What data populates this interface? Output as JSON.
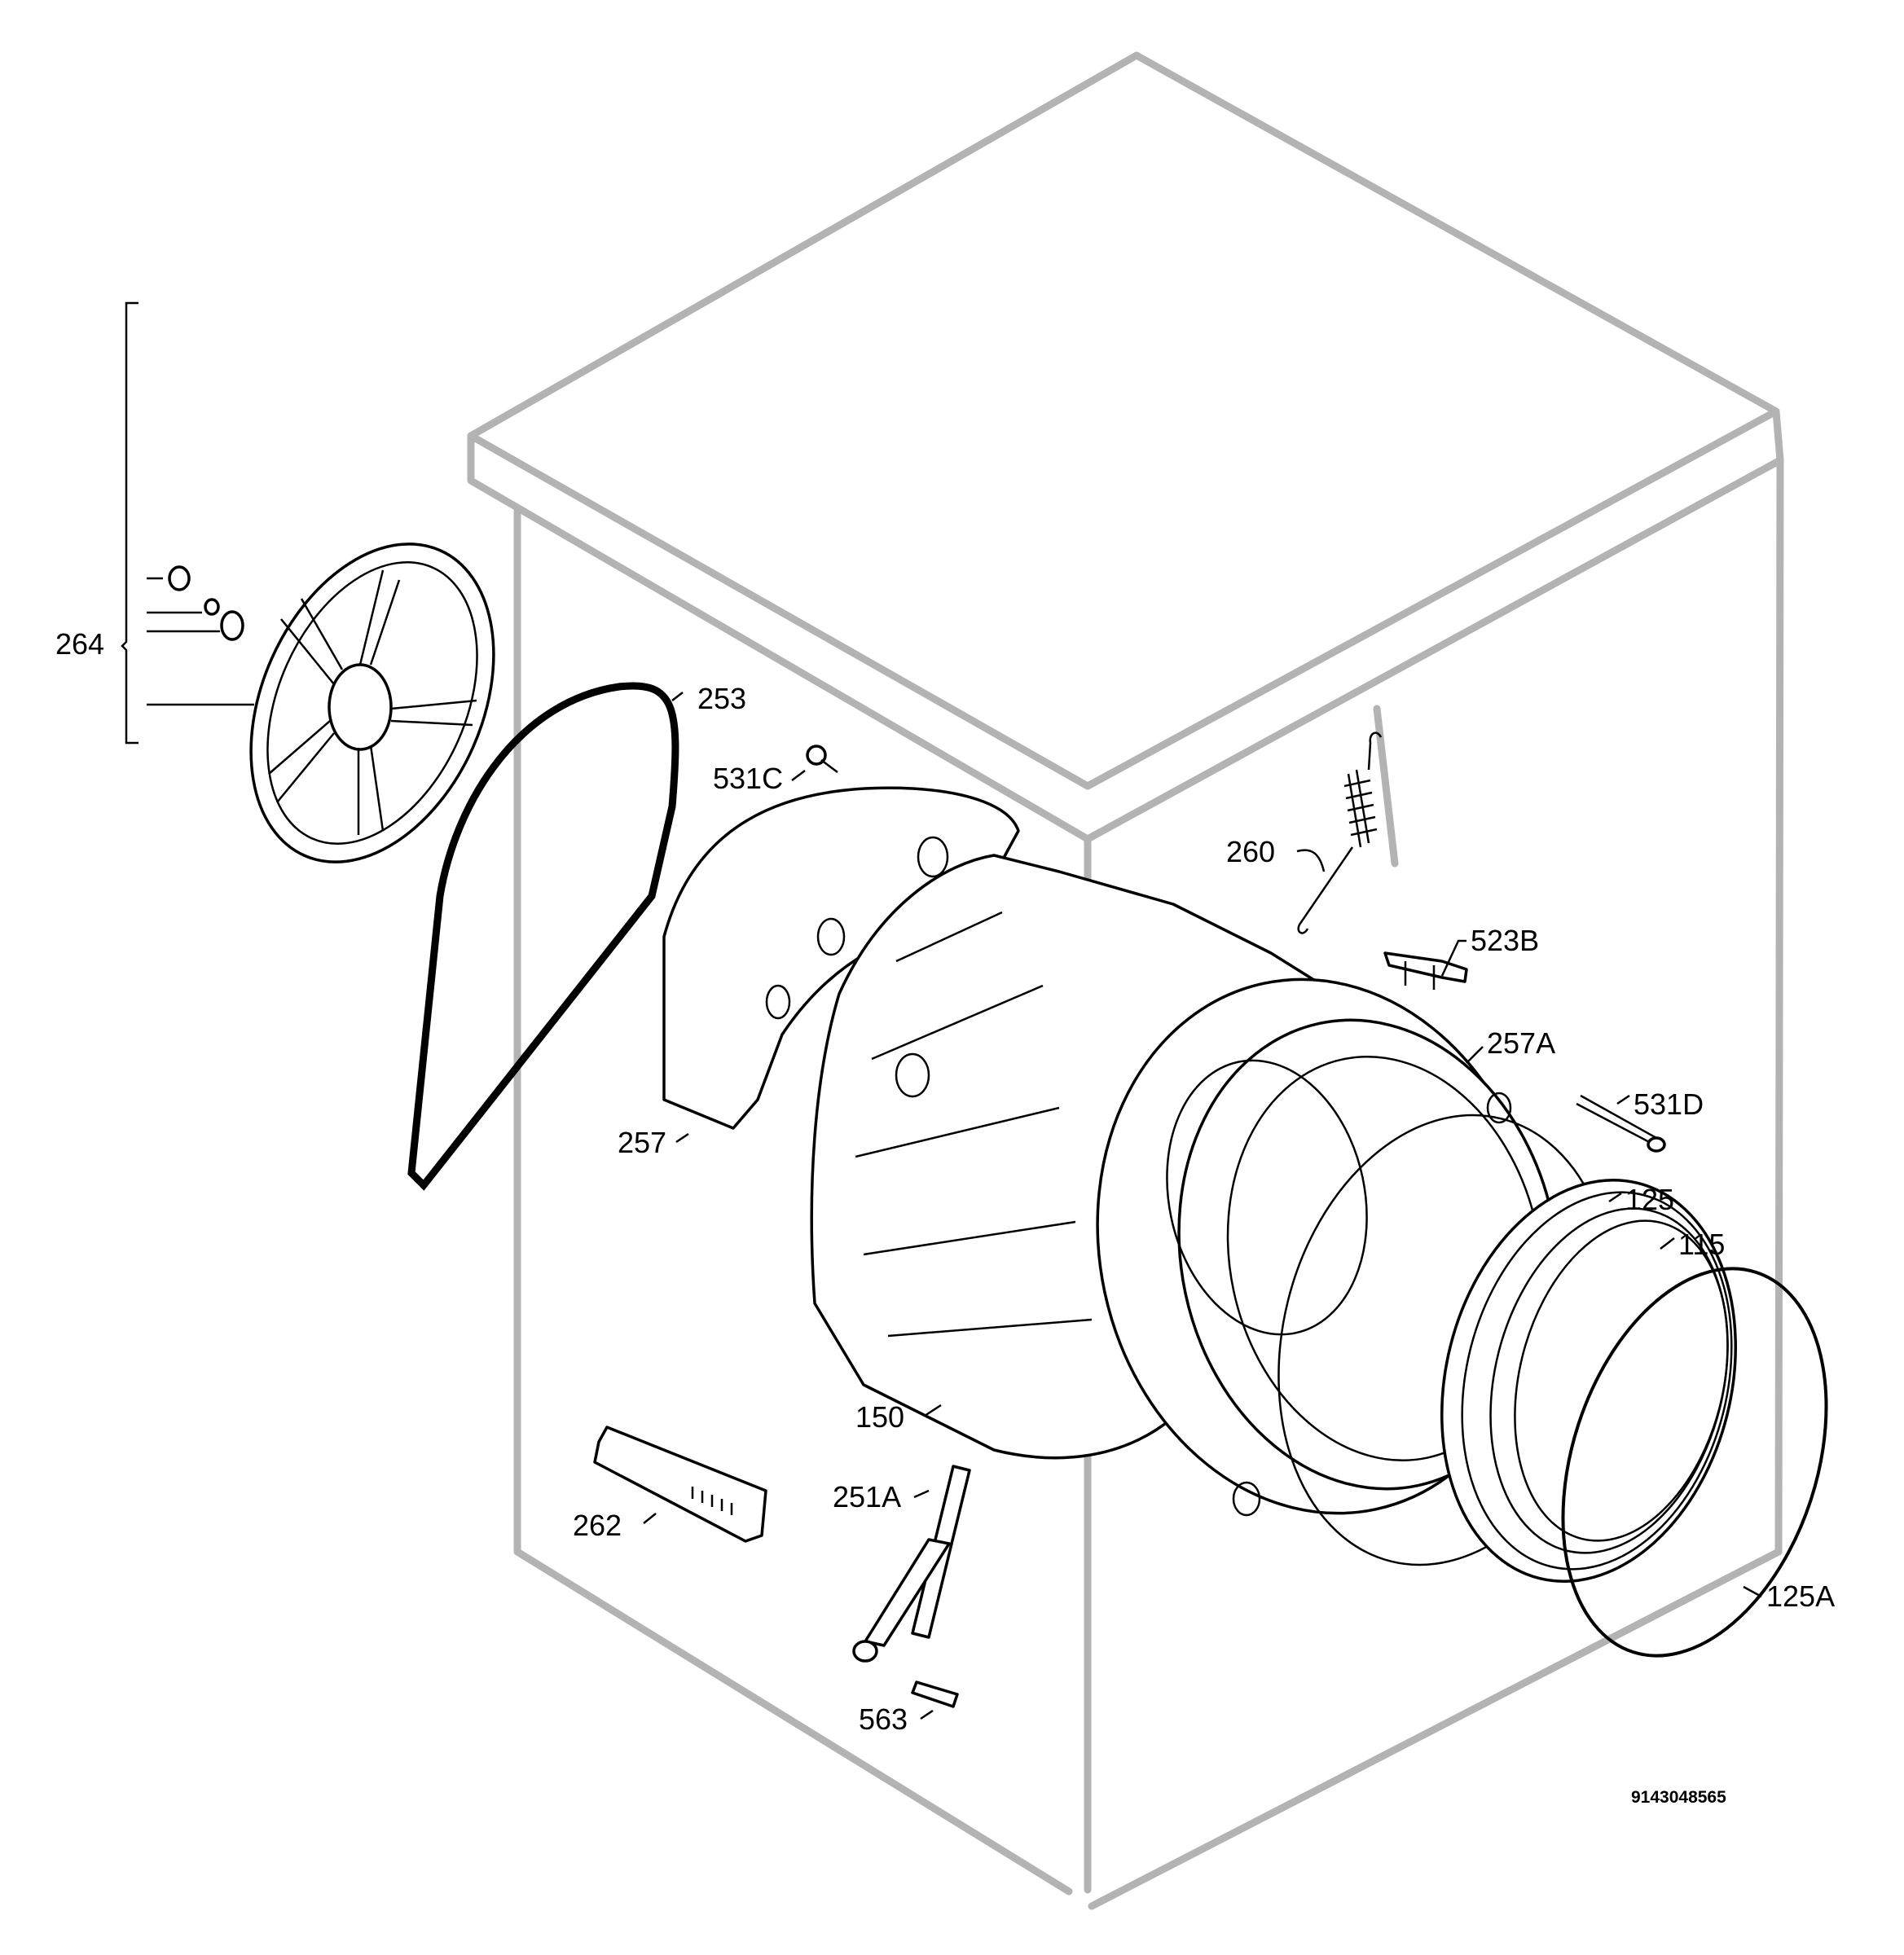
{
  "labels": {
    "l264": "264",
    "l253": "253",
    "l531C": "531C",
    "l257": "257",
    "l260": "260",
    "l523B": "523B",
    "l257A": "257A",
    "l531D": "531D",
    "l125": "125",
    "l115": "115",
    "l150": "150",
    "l251A": "251A",
    "l262": "262",
    "l563": "563",
    "l125A": "125A"
  },
  "drawing_code": "9143048565"
}
